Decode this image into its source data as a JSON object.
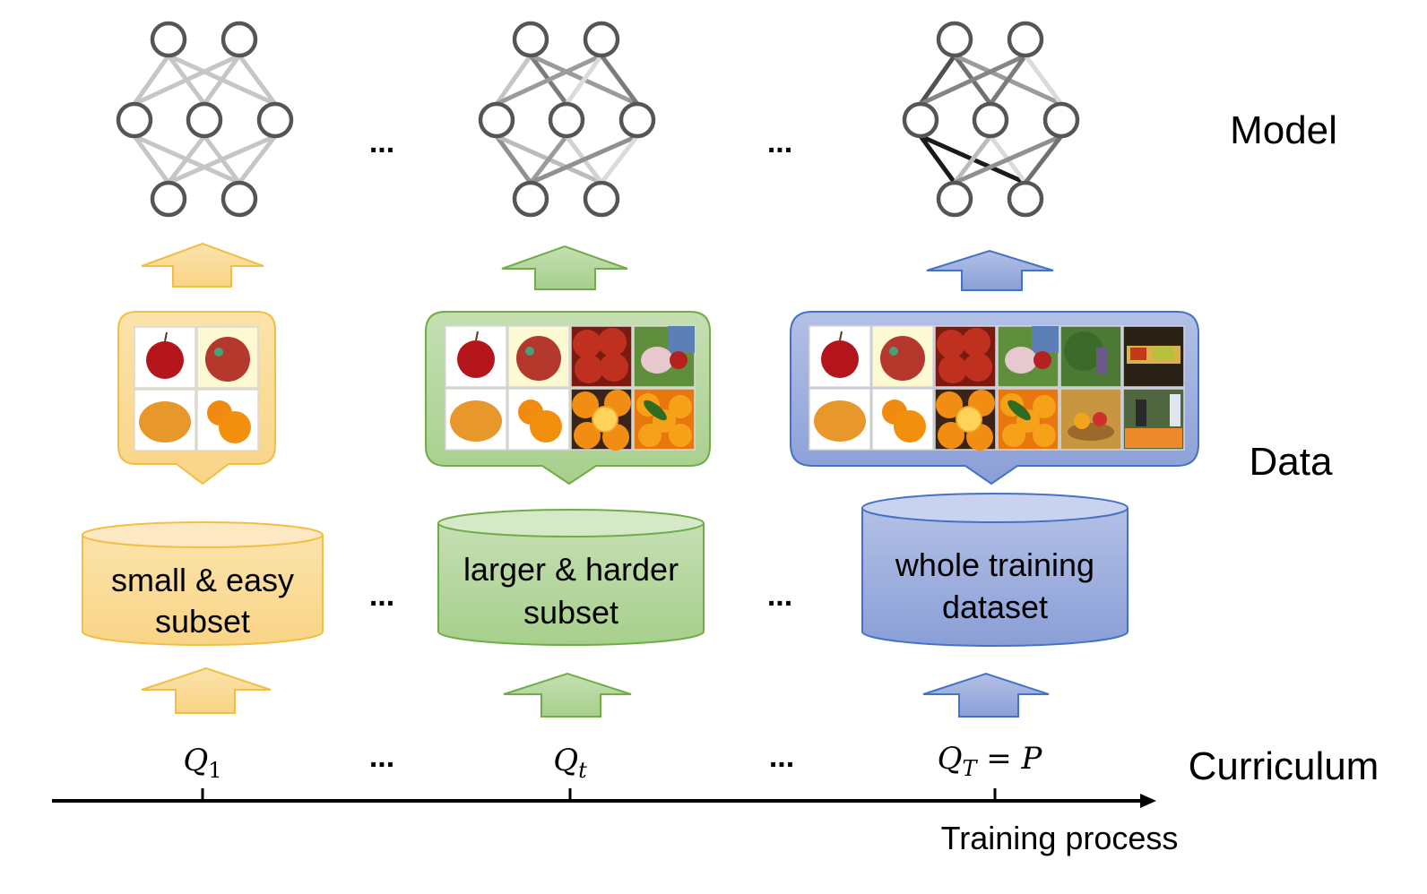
{
  "row_labels": {
    "model": "Model",
    "data": "Data",
    "curriculum": "Curriculum"
  },
  "axis": {
    "label": "Training process",
    "ticks": [
      {
        "base": "Q",
        "sub": "1",
        "suffix": ""
      },
      {
        "base": "Q",
        "sub": "t",
        "suffix": ""
      },
      {
        "base": "Q",
        "sub": "T",
        "suffix": " = P"
      }
    ]
  },
  "ellipsis": "...",
  "stages": [
    {
      "name": "early",
      "theme": {
        "fill": "#f9d68f",
        "fill_light": "#fbe6b8",
        "stroke": "#f2be45"
      },
      "dataset_lines": [
        "small & easy",
        "subset"
      ],
      "image_grid": {
        "cols": 2,
        "rows": 2,
        "images": [
          "red-apple",
          "sticker-apple",
          "orange-top",
          "two-oranges"
        ]
      },
      "edge_weights": [
        0.15,
        0.15,
        0.15,
        0.15,
        0.15,
        0.15,
        0.15,
        0.15,
        0.15,
        0.15,
        0.15,
        0.15
      ]
    },
    {
      "name": "middle",
      "theme": {
        "fill": "#a9d08e",
        "fill_light": "#d3e6c6",
        "stroke": "#70ad47"
      },
      "dataset_lines": [
        "larger & harder",
        "subset"
      ],
      "image_grid": {
        "cols": 4,
        "rows": 2,
        "images": [
          "red-apple",
          "sticker-apple",
          "apple-pile",
          "hand-apple",
          "orange-top",
          "two-oranges",
          "orange-halves",
          "orange-leaves"
        ]
      },
      "edge_weights": [
        0.15,
        0.5,
        0.35,
        0.35,
        0.05,
        0.5,
        0.4,
        0.2,
        0.35,
        0.1,
        0.4,
        0.05
      ]
    },
    {
      "name": "final",
      "theme": {
        "fill": "#8fa3d9",
        "fill_light": "#c6d0ec",
        "stroke": "#4472c4"
      },
      "dataset_lines": [
        "whole training",
        "dataset"
      ],
      "image_grid": {
        "cols": 6,
        "rows": 2,
        "images": [
          "red-apple",
          "sticker-apple",
          "apple-pile",
          "hand-apple",
          "apple-tree",
          "fruit-market",
          "orange-top",
          "two-oranges",
          "orange-halves",
          "orange-leaves",
          "fruit-basket",
          "fruit-stall"
        ]
      },
      "edge_weights": [
        0.7,
        0.55,
        0.35,
        0.45,
        0.5,
        0.05,
        0.95,
        0.95,
        0.2,
        0.05,
        0.4,
        0.55
      ]
    }
  ]
}
